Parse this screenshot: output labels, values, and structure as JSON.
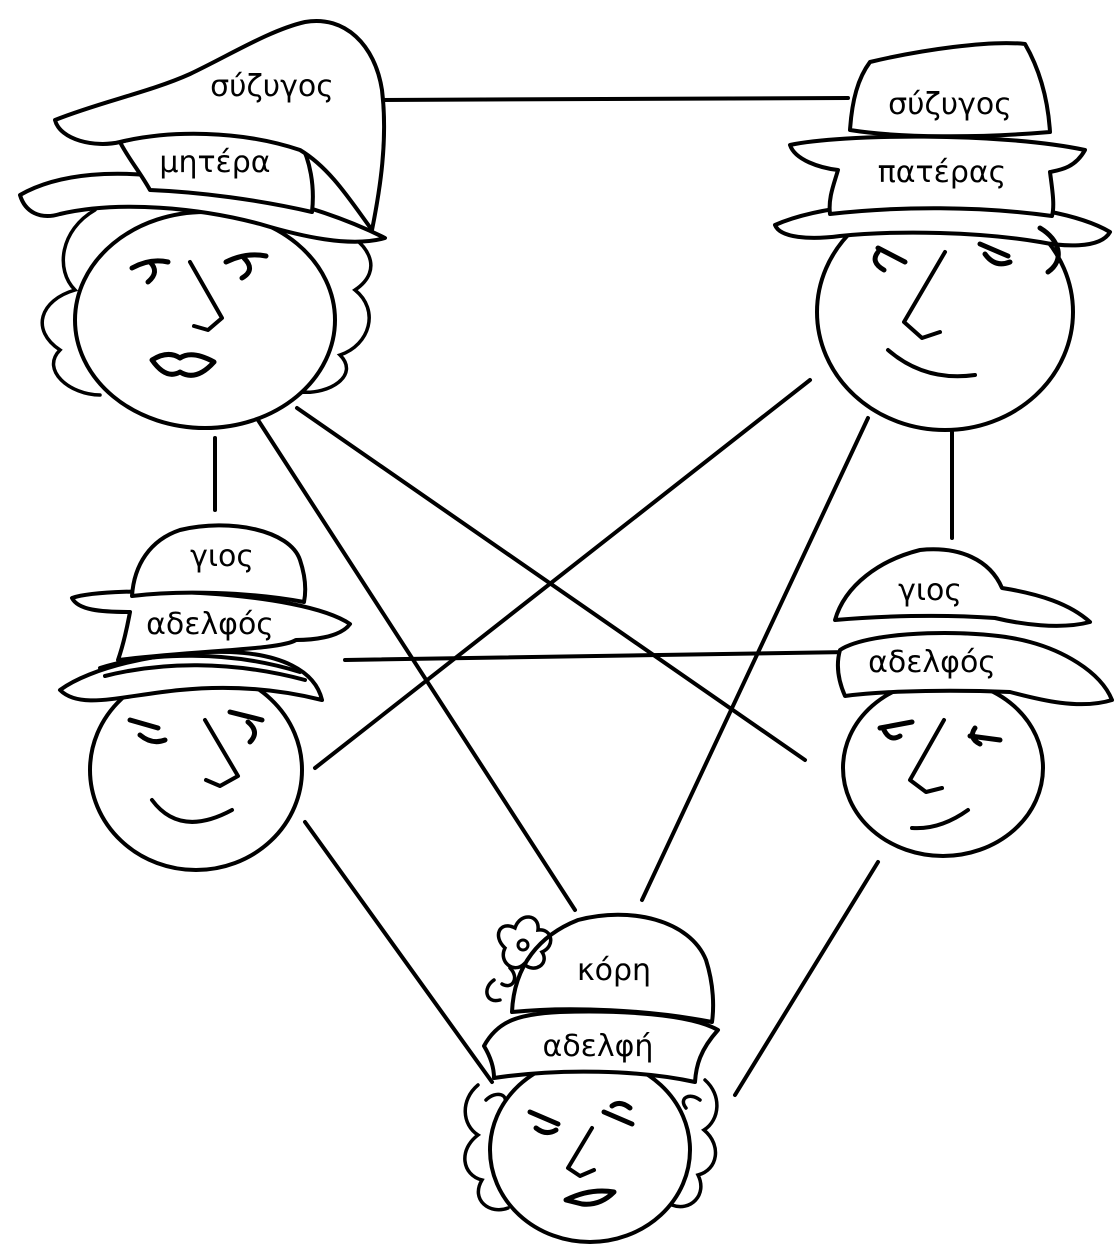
{
  "figure": {
    "people": {
      "mother": {
        "upper_role": "σύζυγος",
        "lower_role": "μητέρα"
      },
      "father": {
        "upper_role": "σύζυγος",
        "lower_role": "πατέρας"
      },
      "son_left": {
        "upper_role": "γιος",
        "lower_role": "αδελφός"
      },
      "son_right": {
        "upper_role": "γιος",
        "lower_role": "αδελφός"
      },
      "daughter": {
        "upper_role": "κόρη",
        "lower_role": "αδελφή"
      }
    }
  }
}
